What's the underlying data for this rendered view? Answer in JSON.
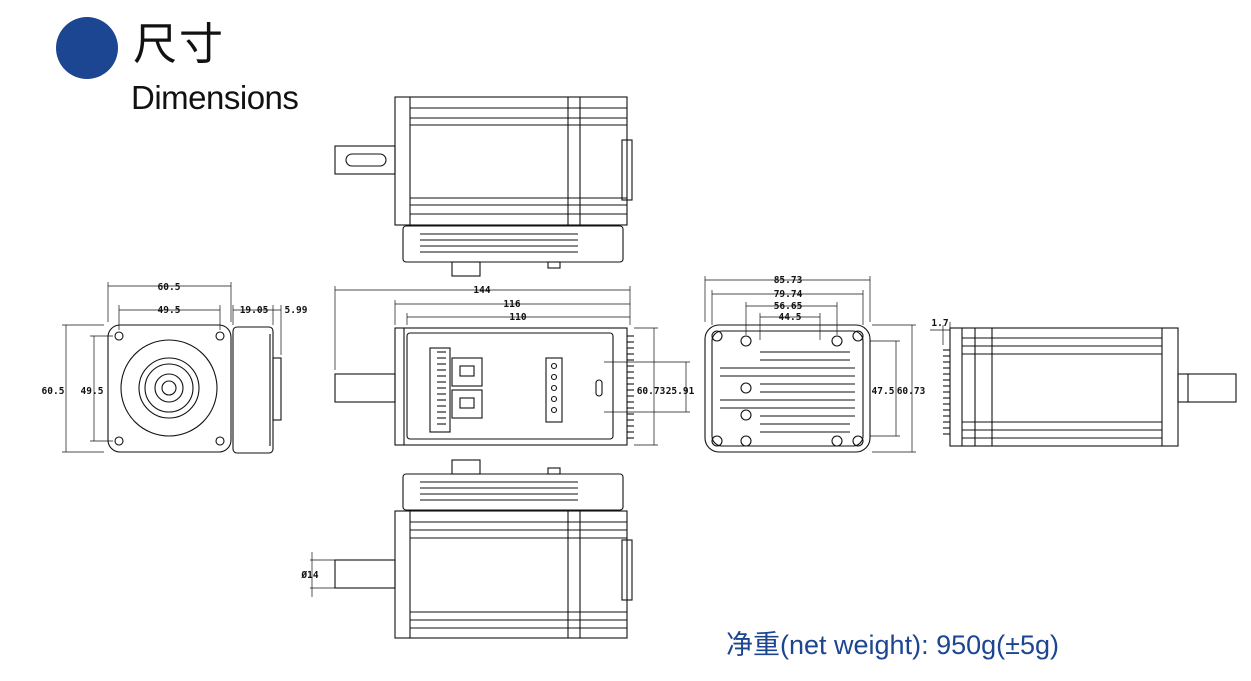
{
  "header": {
    "title_cn": "尺寸",
    "title_en": "Dimensions"
  },
  "footer": {
    "net_weight": "净重(net weight): 950g(±5g)"
  },
  "dims": {
    "front_width_outer": "60.5",
    "front_width_holes": "49.5",
    "front_height_outer": "60.5",
    "front_height_holes": "49.5",
    "side_thickness": "19.05",
    "side_lip": "5.99",
    "total_length": "144",
    "body_length": "116",
    "driver_length": "110",
    "height_total": "60.73",
    "height_connector": "25.91",
    "rear_w1": "85.73",
    "rear_w2": "79.74",
    "rear_w3": "56.65",
    "rear_w4": "44.5",
    "rear_h1": "47.5",
    "rear_h2": "60.73",
    "rear_fin": "1.7",
    "shaft_dia": "Ø14"
  }
}
